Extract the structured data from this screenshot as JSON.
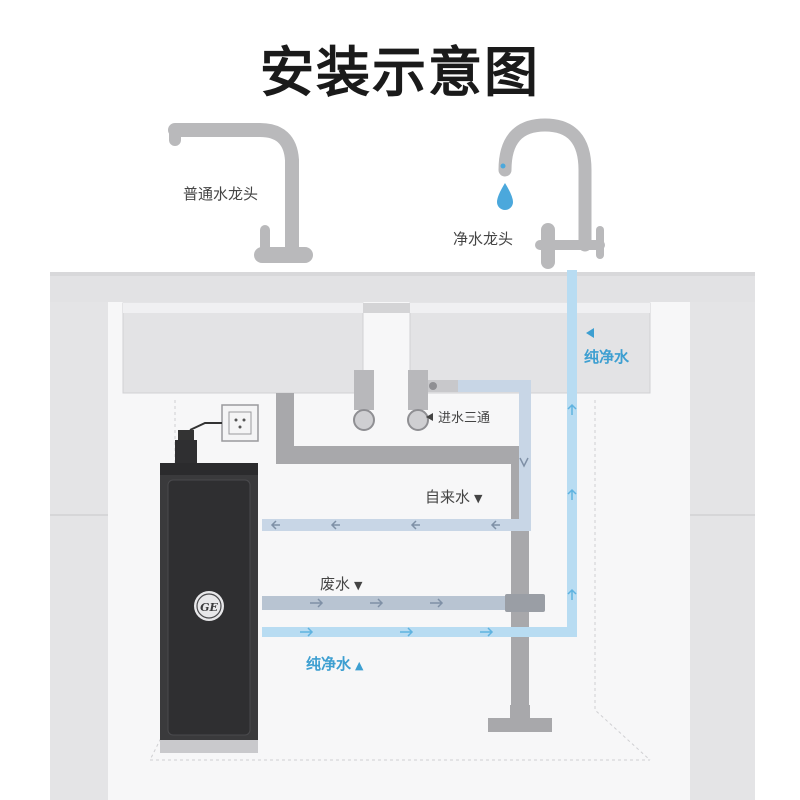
{
  "title": "安装示意图",
  "labels": {
    "normal_faucet": "普通水龙头",
    "purified_faucet": "净水龙头",
    "purified_water_top": "纯净水",
    "inlet_tee": "进水三通",
    "tap_water": "自来水",
    "waste_water": "废水",
    "purified_water_bottom": "纯净水"
  },
  "brand_logo": "GE",
  "colors": {
    "purified_line": "#b8dcf2",
    "purified_text": "#3d9fd1",
    "tap_line": "#c8d6e6",
    "waste_line": "#b8c4d2",
    "cabinet": "#e9e9eb",
    "purifier_body": "#3a3a3c",
    "faucet_gray": "#b9b9bb"
  },
  "icons": [
    "water-drop-icon",
    "power-socket-icon",
    "ge-logo-icon",
    "arrow-left-icon",
    "arrow-right-icon",
    "arrow-up-icon",
    "triangle-down-icon",
    "triangle-up-icon"
  ]
}
